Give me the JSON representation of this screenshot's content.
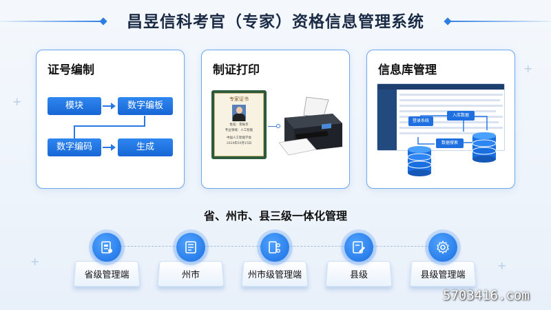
{
  "title": "昌昱信科考官（专家）资格信息管理系统",
  "panels": {
    "code": {
      "title": "证号编制",
      "boxes": [
        "模块",
        "数字编板",
        "数字编码",
        "生成"
      ]
    },
    "print": {
      "title": "制证打印",
      "certificate": {
        "heading": "专家证书",
        "name_line": "姓名：李振华",
        "field_line": "专业领域：人工智能",
        "org_line": "中国人工智能学会",
        "date_line": "2024年03月15日"
      }
    },
    "db": {
      "title": "信息库管理",
      "tags": [
        "登录系统",
        "入库数据",
        "数据搜索"
      ]
    }
  },
  "hierarchy": {
    "heading": "省、州市、县三级一体化管理",
    "nodes": [
      {
        "label": "省级管理端",
        "icon": "document-report-icon"
      },
      {
        "label": "州市",
        "icon": "list-document-icon"
      },
      {
        "label": "州市级管理端",
        "icon": "network-document-icon"
      },
      {
        "label": "县级",
        "icon": "edit-document-icon"
      },
      {
        "label": "县级管理端",
        "icon": "gear-icon"
      }
    ]
  },
  "watermark": "5703416.com",
  "colors": {
    "accent": "#1a6fe0",
    "panel_border": "#6aa5ee",
    "title_text": "#1a2a44"
  }
}
